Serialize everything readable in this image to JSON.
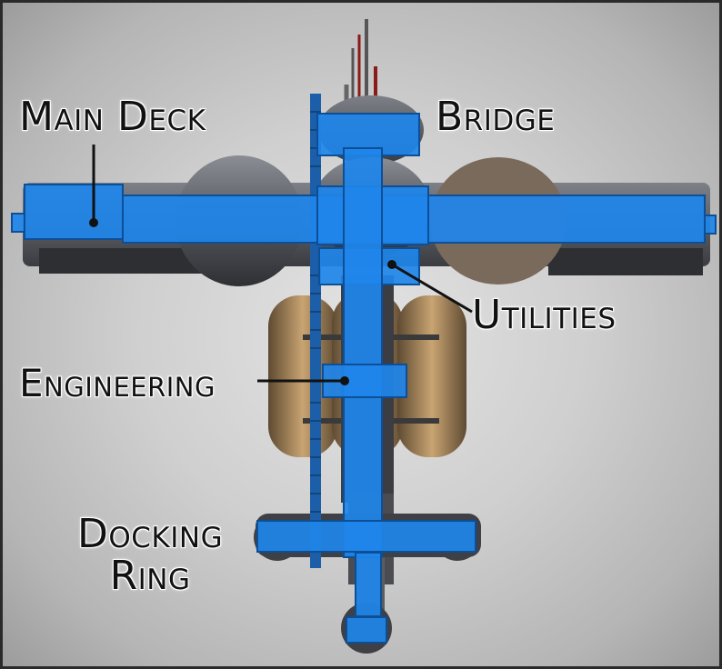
{
  "labels": {
    "main_deck": "Main Deck",
    "bridge": "Bridge",
    "utilities": "Utilities",
    "engineering": "Engineering",
    "docking_line1": "Docking",
    "docking_line2": "Ring"
  },
  "colors": {
    "deck_blue": "#1f86ea",
    "hull_dark": "#3b3d42",
    "hull_mid": "#6b6e75",
    "tank_tan": "#b08a5c",
    "background": "#cfcfcf"
  }
}
